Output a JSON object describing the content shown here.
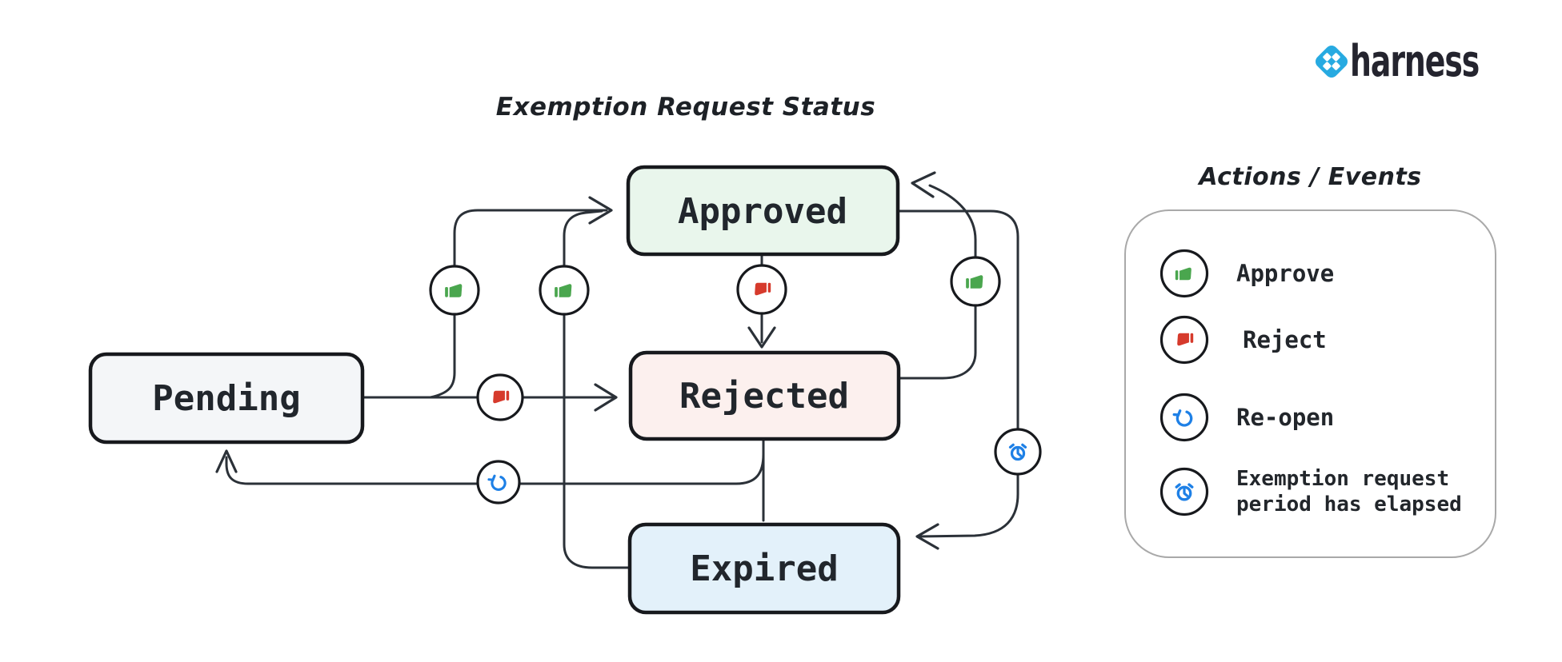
{
  "title": "Exemption Request Status",
  "brand": {
    "name": "harness"
  },
  "states": [
    {
      "id": "pending",
      "label": "Pending"
    },
    {
      "id": "approved",
      "label": "Approved"
    },
    {
      "id": "rejected",
      "label": "Rejected"
    },
    {
      "id": "expired",
      "label": "Expired"
    }
  ],
  "transitions": [
    {
      "from": "Pending",
      "to": "Approved",
      "action": "Approve"
    },
    {
      "from": "Pending",
      "to": "Rejected",
      "action": "Reject"
    },
    {
      "from": "Approved",
      "to": "Rejected",
      "action": "Reject"
    },
    {
      "from": "Rejected",
      "to": "Approved",
      "action": "Approve"
    },
    {
      "from": "Expired",
      "to": "Approved",
      "action": "Approve"
    },
    {
      "from": "Approved",
      "to": "Expired",
      "action": "Exemption request period has elapsed"
    },
    {
      "from": "Rejected",
      "to": "Pending",
      "action": "Re-open"
    },
    {
      "from": "Rejected",
      "to": "Expired",
      "action": ""
    }
  ],
  "legend": {
    "title": "Actions / Events",
    "items": [
      {
        "icon": "thumbs-up-icon",
        "label": "Approve"
      },
      {
        "icon": "thumbs-down-icon",
        "label": "Reject"
      },
      {
        "icon": "undo-icon",
        "label": "Re-open"
      },
      {
        "icon": "alarm-clock-icon",
        "label": "Exemption request period has elapsed",
        "label_line1": "Exemption request",
        "label_line2": "period has elapsed"
      }
    ]
  },
  "colors": {
    "approve_green": "#4aa64e",
    "reject_red": "#d63a2c",
    "action_blue": "#1e80e6",
    "line_dark": "#2b3138",
    "box_border": "#17191d",
    "text_dark": "#21262c",
    "pending_fill": "#f4f6f8",
    "approved_fill": "#e9f6ec",
    "rejected_fill": "#fcf0ee",
    "expired_fill": "#e3f1fa",
    "harness_blue": "#27aae1",
    "harness_text": "#24242e"
  }
}
